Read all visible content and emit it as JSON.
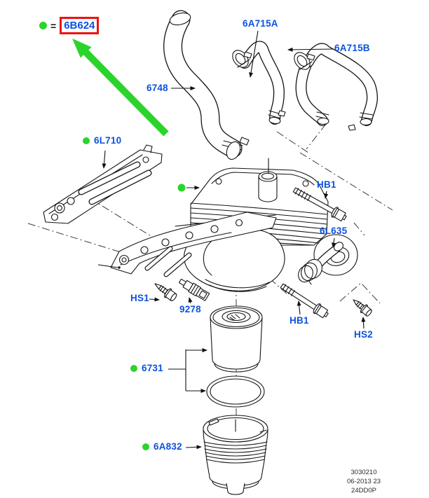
{
  "colors": {
    "part_link": "#0b52e0",
    "highlight_box": "#ee1111",
    "marker": "#2bd42b",
    "line": "#151515"
  },
  "legend": {
    "equals_sign": "=",
    "part_number": "6B624"
  },
  "labels": {
    "hose_a": "6A715A",
    "hose_b": "6A715B",
    "hose_main": "6748",
    "gasket": "6L710",
    "bolt_upper": "HB1",
    "connector": "6L635",
    "screw_front": "HS1",
    "sensor": "9278",
    "bolt_lower": "HB1",
    "screw_rear": "HS2",
    "filter": "6731",
    "cap": "6A832"
  },
  "footer": {
    "drawing_number": "3030210",
    "revision": "06-2013 23",
    "code": "24DD0P"
  }
}
